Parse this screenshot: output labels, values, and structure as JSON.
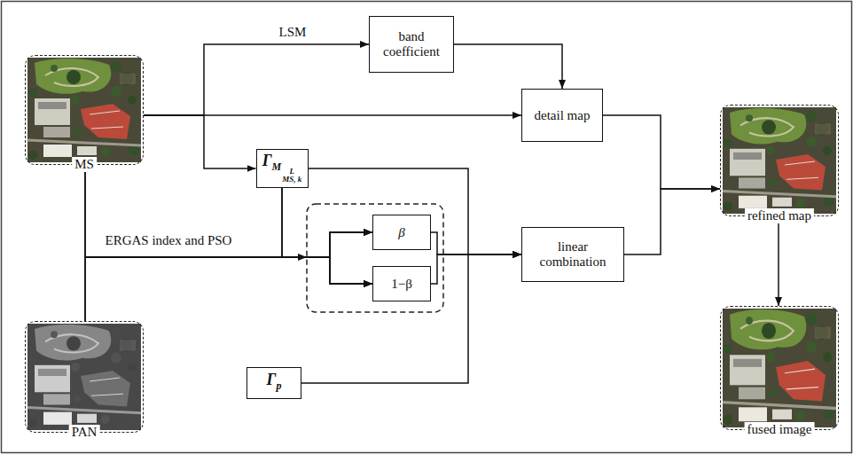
{
  "diagram": {
    "nodes": [
      {
        "text": [
          "MS"
        ]
      },
      {
        "text": [
          "band coefficient"
        ]
      },
      {
        "text": [
          "detail map"
        ]
      },
      {
        "text": [
          "Γ",
          "M",
          "L",
          "MS, k"
        ]
      },
      {
        "text": [
          "β"
        ]
      },
      {
        "text": [
          "1−β"
        ]
      },
      {
        "text": [
          "linear combination"
        ]
      },
      {
        "text": [
          "PAN"
        ]
      },
      {
        "text": [
          "Γ",
          "p"
        ]
      },
      {
        "text": [
          "refined map"
        ]
      },
      {
        "text": [
          "fused image"
        ]
      }
    ],
    "edges": [
      {
        "from": 0,
        "to": 1,
        "label": "LSM",
        "arrow": "to"
      },
      {
        "from": 0,
        "to": 2,
        "arrow": "to"
      },
      {
        "from": 0,
        "to": 3,
        "arrow": "to"
      },
      {
        "from": 0,
        "to": 4,
        "label": "ERGAS index and PSO",
        "arrow": "to"
      },
      {
        "from": 0,
        "to": 5,
        "arrow": "to"
      },
      {
        "from": 7,
        "to": 4,
        "arrow": "to"
      },
      {
        "from": 7,
        "to": 5,
        "arrow": "to"
      },
      {
        "from": 3,
        "to": 4,
        "arrow": "to"
      },
      {
        "from": 3,
        "to": 5,
        "arrow": "to"
      },
      {
        "from": 1,
        "to": 2,
        "arrow": "to"
      },
      {
        "from": 3,
        "to": 6,
        "arrow": "to"
      },
      {
        "from": 8,
        "to": 6,
        "arrow": "to"
      },
      {
        "from": 4,
        "to": 6,
        "arrow": "to"
      },
      {
        "from": 5,
        "to": 6,
        "arrow": "to"
      },
      {
        "from": 2,
        "to": 9,
        "arrow": "to"
      },
      {
        "from": 6,
        "to": 9,
        "arrow": "to"
      },
      {
        "from": 9,
        "to": 10,
        "arrow": "to"
      }
    ]
  }
}
